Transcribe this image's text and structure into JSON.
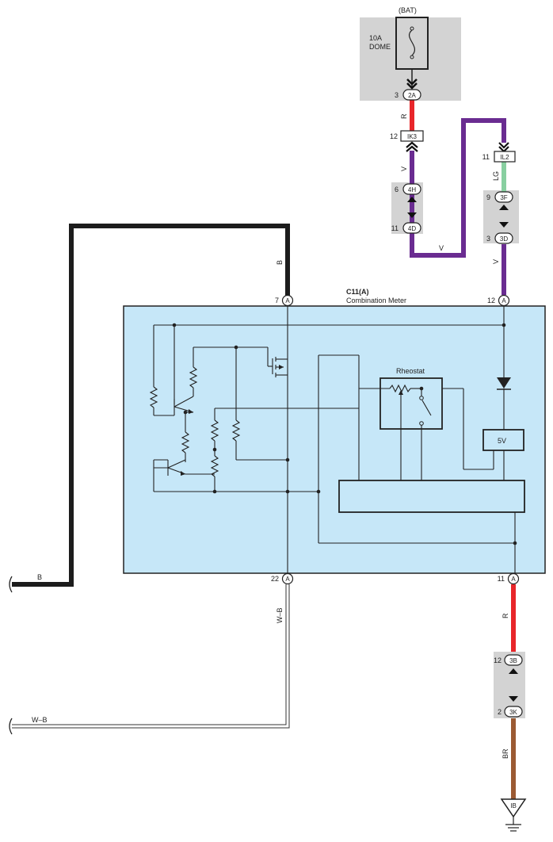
{
  "colors": {
    "B": "#1c1c1c",
    "R": "#e8262a",
    "V": "#6a2c91",
    "LG": "#88cfa0",
    "BR": "#9b5a33",
    "W-B": "#ffffff",
    "meter_bg": "#c6e7f8",
    "connector_bg": "#d3d3d3"
  },
  "fuse": {
    "supply": "(BAT)",
    "name_line1": "10A",
    "name_line2": "DOME",
    "icon": "fuse-icon"
  },
  "connectors": {
    "c2A": {
      "code": "2A",
      "pin": "3"
    },
    "IK3": {
      "code": "IK3",
      "pin": "12"
    },
    "c4H": {
      "code": "4H",
      "pin": "6"
    },
    "c4D": {
      "code": "4D",
      "pin": "11"
    },
    "IL2": {
      "code": "IL2",
      "pin": "11"
    },
    "c3F": {
      "code": "3F",
      "pin": "9"
    },
    "c3D": {
      "code": "3D",
      "pin": "3"
    },
    "c3B": {
      "code": "3B",
      "pin": "12"
    },
    "c3K": {
      "code": "3K",
      "pin": "2"
    }
  },
  "meter": {
    "id": "C11(A)",
    "name": "Combination Meter",
    "pins": {
      "p7": "7",
      "p12": "12",
      "p22": "22",
      "p11": "11",
      "letter": "A"
    },
    "rheostat_label": "Rheostat",
    "supply_label": "5V"
  },
  "wires": {
    "b_top": "B",
    "b_left": "B",
    "r_top": "R",
    "v_ik3": "V",
    "v_loop": "V",
    "lg": "LG",
    "v_right": "V",
    "r_bottom": "R",
    "br": "BR",
    "wb_vert": "W–B",
    "wb_left": "W–B"
  },
  "ground": {
    "code": "IB",
    "icon": "ground-icon"
  }
}
